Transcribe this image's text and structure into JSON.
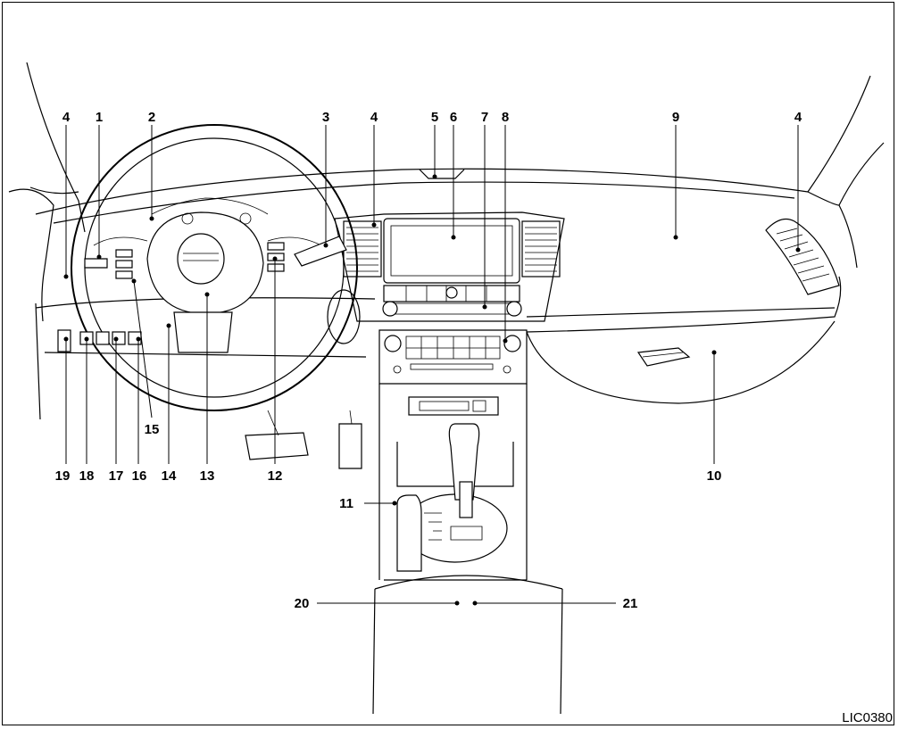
{
  "diagram": {
    "figure_code": "LIC0380",
    "callouts": [
      {
        "id": "4a",
        "text": "4"
      },
      {
        "id": "1",
        "text": "1"
      },
      {
        "id": "2",
        "text": "2"
      },
      {
        "id": "3",
        "text": "3"
      },
      {
        "id": "4b",
        "text": "4"
      },
      {
        "id": "5",
        "text": "5"
      },
      {
        "id": "6",
        "text": "6"
      },
      {
        "id": "7",
        "text": "7"
      },
      {
        "id": "8",
        "text": "8"
      },
      {
        "id": "9",
        "text": "9"
      },
      {
        "id": "4c",
        "text": "4"
      },
      {
        "id": "19",
        "text": "19"
      },
      {
        "id": "18",
        "text": "18"
      },
      {
        "id": "17",
        "text": "17"
      },
      {
        "id": "16",
        "text": "16"
      },
      {
        "id": "15",
        "text": "15"
      },
      {
        "id": "14",
        "text": "14"
      },
      {
        "id": "13",
        "text": "13"
      },
      {
        "id": "12",
        "text": "12"
      },
      {
        "id": "10",
        "text": "10"
      },
      {
        "id": "11",
        "text": "11"
      },
      {
        "id": "20",
        "text": "20"
      },
      {
        "id": "21",
        "text": "21"
      }
    ]
  }
}
